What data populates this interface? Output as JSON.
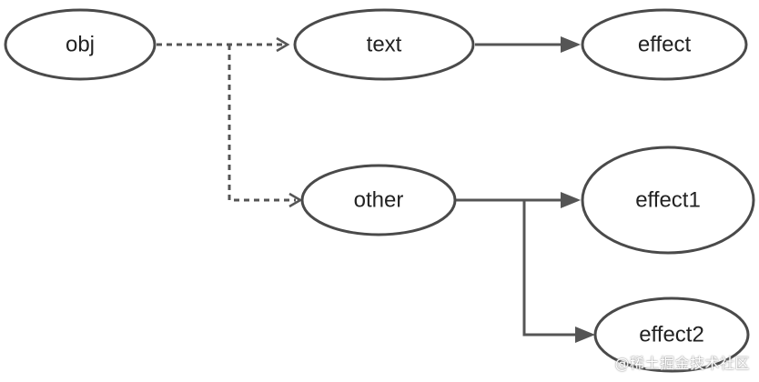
{
  "diagram": {
    "nodes": {
      "obj": "obj",
      "text": "text",
      "effect": "effect",
      "other": "other",
      "effect1": "effect1",
      "effect2": "effect2"
    },
    "edges": [
      {
        "from": "obj",
        "to": "text",
        "style": "dashed"
      },
      {
        "from": "obj",
        "to": "other",
        "style": "dashed"
      },
      {
        "from": "text",
        "to": "effect",
        "style": "solid"
      },
      {
        "from": "other",
        "to": "effect1",
        "style": "solid"
      },
      {
        "from": "other",
        "to": "effect2",
        "style": "solid"
      }
    ],
    "colors": {
      "stroke": "#4a4a4a",
      "edge": "#555555",
      "background": "#ffffff"
    }
  },
  "watermark": "@稀土掘金技术社区"
}
